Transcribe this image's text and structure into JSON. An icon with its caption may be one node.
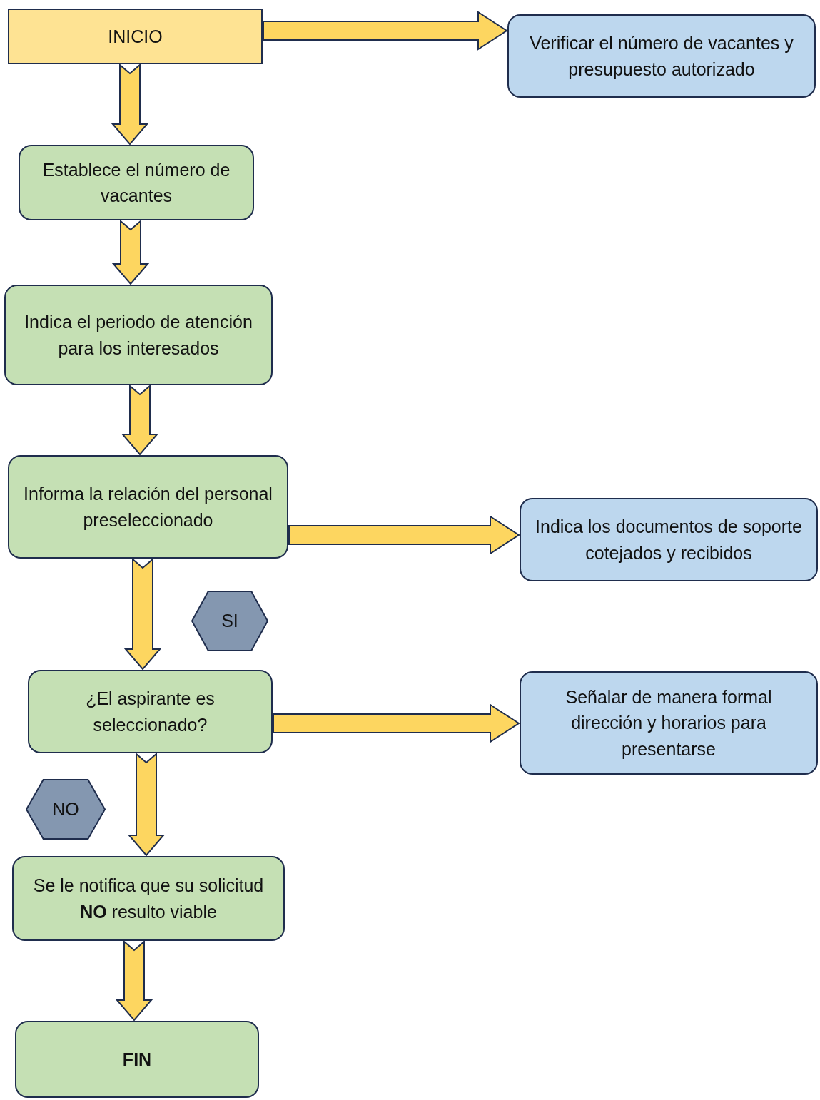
{
  "diagram": {
    "nodes": [
      {
        "text": [
          "INICIO"
        ]
      },
      {
        "text": [
          "Verificar el número de vacantes y presupuesto autorizado"
        ]
      },
      {
        "text": [
          "Establece el número de vacantes"
        ]
      },
      {
        "text": [
          "Indica el periodo de atención para los interesados"
        ]
      },
      {
        "text": [
          "Informa la relación del personal preseleccionado"
        ]
      },
      {
        "text": [
          "Indica los documentos de soporte cotejados y recibidos"
        ]
      },
      {
        "text": [
          "SI"
        ]
      },
      {
        "text": [
          "¿El aspirante es seleccionado?"
        ]
      },
      {
        "text": [
          "Señalar de manera formal dirección y horarios para presentarse"
        ]
      },
      {
        "text": [
          "NO"
        ]
      },
      {
        "text": [
          "Se le notifica que su solicitud **NO** resulto viable"
        ]
      },
      {
        "text": [
          "FIN"
        ]
      }
    ],
    "edges": [
      {
        "from": 0,
        "to": 1,
        "arrow": "to"
      },
      {
        "from": 0,
        "to": 2,
        "arrow": "to"
      },
      {
        "from": 2,
        "to": 3,
        "arrow": "to"
      },
      {
        "from": 3,
        "to": 4,
        "arrow": "to"
      },
      {
        "from": 4,
        "to": 5,
        "arrow": "to"
      },
      {
        "from": 4,
        "to": 7,
        "arrow": "to"
      },
      {
        "from": 7,
        "to": 8,
        "arrow": "to"
      },
      {
        "from": 7,
        "to": 10,
        "arrow": "to"
      },
      {
        "from": 10,
        "to": 11,
        "arrow": "to"
      }
    ]
  }
}
